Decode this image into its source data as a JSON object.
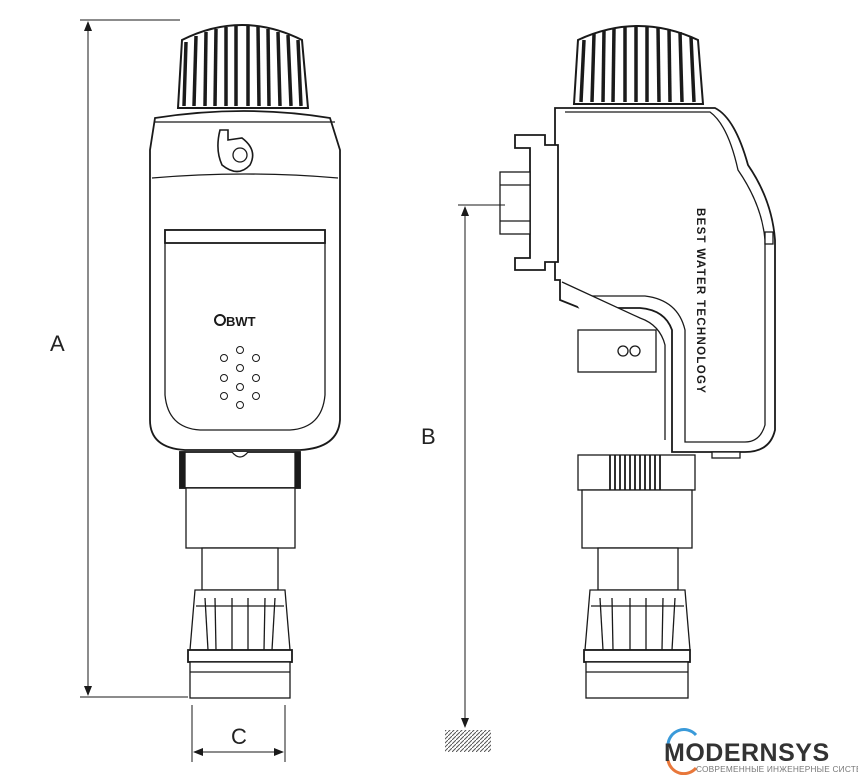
{
  "dimensions": {
    "a_label": "A",
    "b_label": "B",
    "c_label": "C"
  },
  "front_view": {
    "logo_text": "BWT"
  },
  "side_view": {
    "side_text": "BEST WATER TECHNOLOGY"
  },
  "watermark": {
    "brand": "MODERNSYS",
    "tagline": "СОВРЕМЕННЫЕ ИНЖЕНЕРНЫЕ СИСТЕМЫ",
    "accent_blue": "#3a9ad9",
    "accent_orange": "#e8773a"
  },
  "colors": {
    "line": "#1a1a1a"
  }
}
